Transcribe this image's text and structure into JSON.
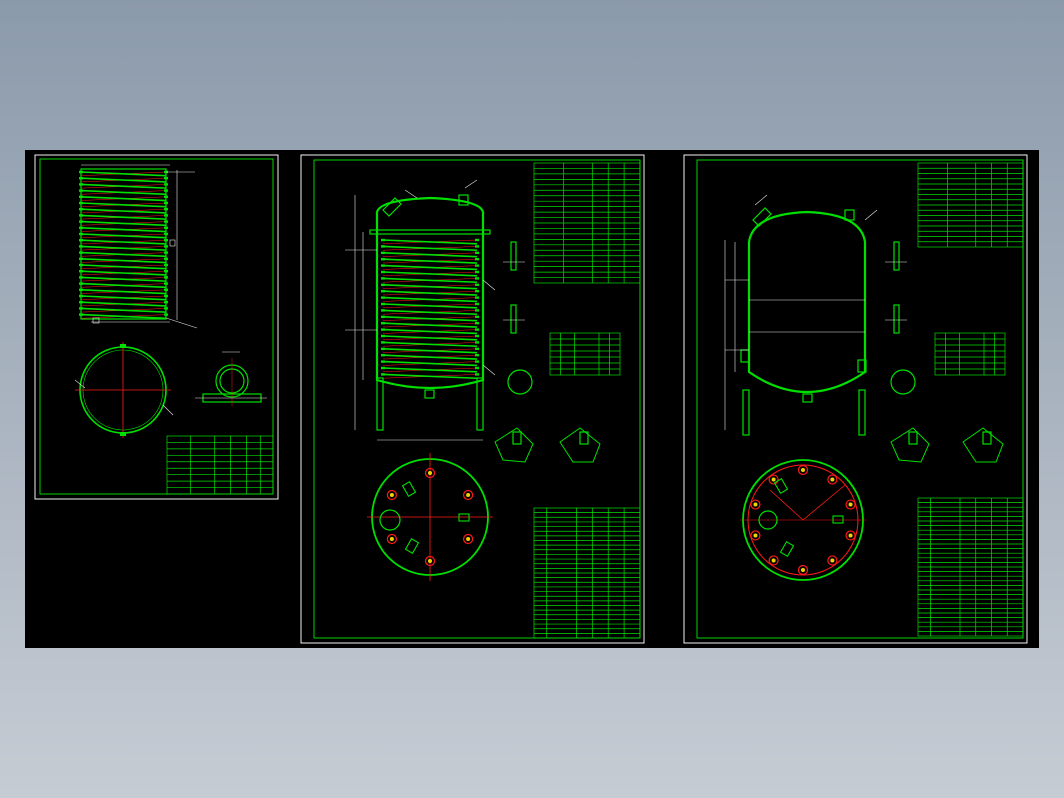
{
  "app": {
    "view": "cad-drawing-preview"
  },
  "colors": {
    "background_top": "#8b9aab",
    "background_bottom": "#c6ccd4",
    "canvas": "#000000",
    "sheet_border": "#00d200",
    "geometry": "#00e000",
    "centerline": "#ff1a1a",
    "annotation": "#e8e8e8",
    "nozzle_fill": "#f0d400"
  },
  "sheets": [
    {
      "name": "coil-detail-sheet",
      "views": [
        "coil-elevation",
        "coil-plan",
        "coil-section",
        "title-block"
      ]
    },
    {
      "name": "coil-tank-assembly-sheet",
      "views": [
        "tank-elevation",
        "tank-top-plan",
        "nozzle-details",
        "spec-table",
        "parts-list",
        "title-block"
      ]
    },
    {
      "name": "tank-assembly-sheet",
      "views": [
        "tank-elevation",
        "tank-top-plan",
        "nozzle-details",
        "spec-table",
        "parts-list",
        "title-block"
      ]
    }
  ]
}
